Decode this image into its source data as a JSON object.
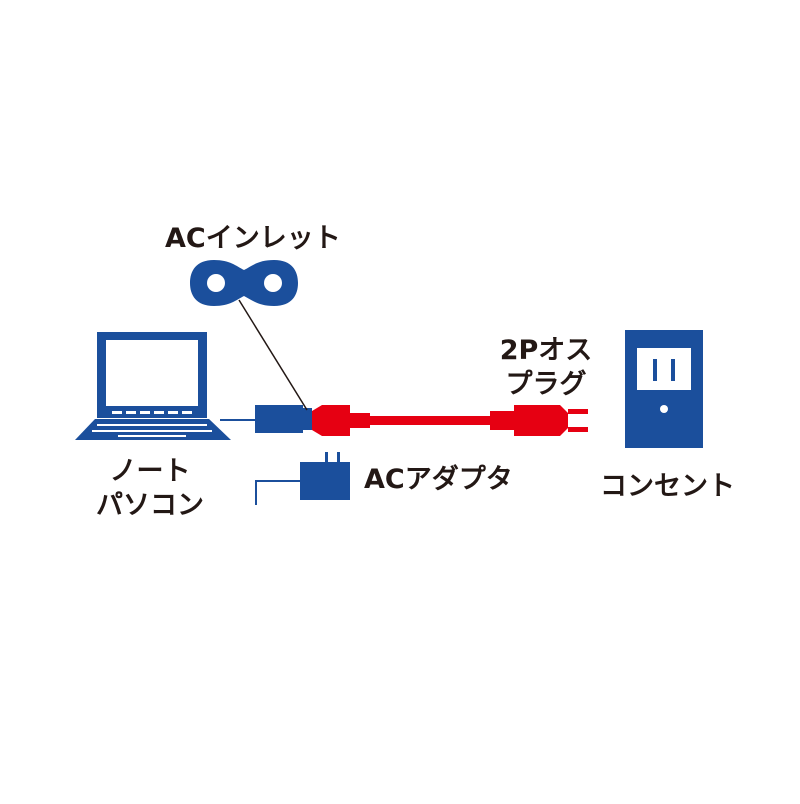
{
  "labels": {
    "ac_inlet": "ACインレット",
    "notebook_pc_line1": "ノート",
    "notebook_pc_line2": "パソコン",
    "plug_2p_line1": "2Pオス",
    "plug_2p_line2": "プラグ",
    "ac_adapter": "ACアダプタ",
    "outlet": "コンセント"
  },
  "colors": {
    "blue": "#1b4f9c",
    "red": "#e60012",
    "line": "#231815",
    "white": "#ffffff"
  }
}
